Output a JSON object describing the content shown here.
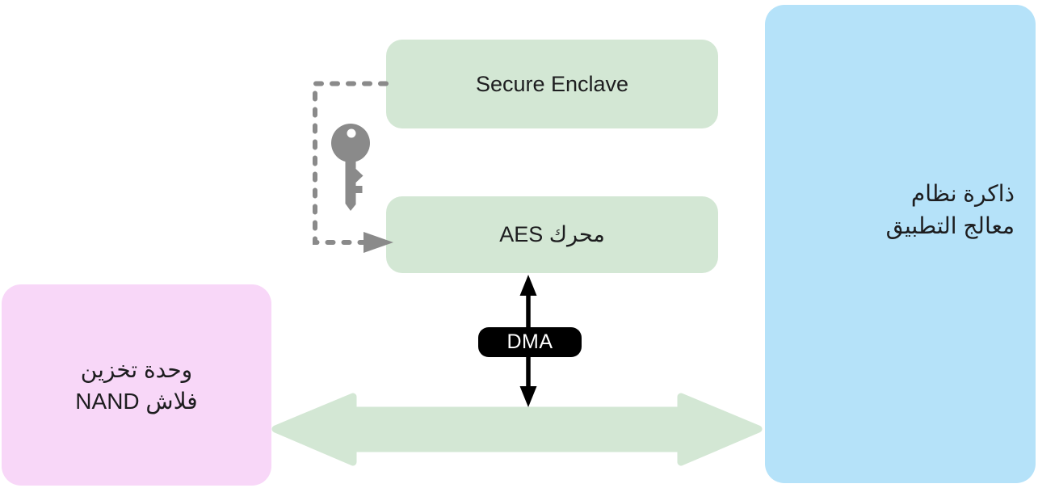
{
  "diagram": {
    "nodes": {
      "secure_enclave": {
        "label": "Secure Enclave"
      },
      "aes_engine": {
        "label": "محرك AES"
      },
      "nand_flash": {
        "line1": "وحدة تخزين",
        "line2": "فلاش NAND"
      },
      "app_processor_memory": {
        "line1": "ذاكرة نظام",
        "line2": "معالج التطبيق"
      }
    },
    "badges": {
      "dma": {
        "label": "DMA"
      }
    },
    "icons": {
      "key": "key-icon",
      "dashed_connector": "dashed-key-path-arrow",
      "dma_arrow": "vertical-double-arrow-icon",
      "bus_arrow": "horizontal-double-arrow-icon"
    },
    "colors": {
      "green_box": "#d3e7d4",
      "pink_box": "#f8d7f8",
      "blue_box": "#b5e2f9",
      "connector_gray": "#8a8a8a",
      "arrow_black": "#000000",
      "dma_badge_bg": "#000000",
      "dma_badge_text": "#ffffff",
      "text": "#1d1d1f",
      "background": "#ffffff"
    }
  }
}
